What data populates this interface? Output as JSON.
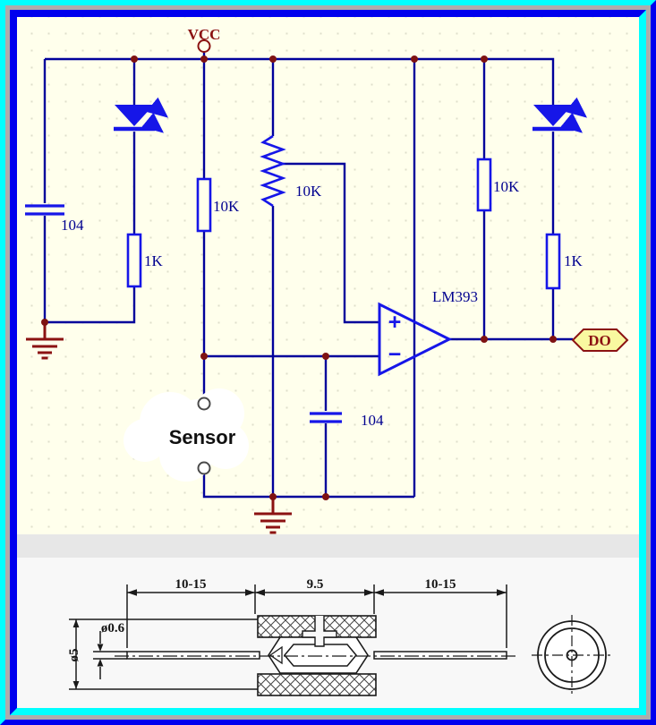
{
  "schematic": {
    "power_label": "VCC",
    "output_port": "DO",
    "sensor_label": "Sensor",
    "opamp": {
      "label": "LM393",
      "plus": "+",
      "minus": "−"
    },
    "components": {
      "c1": "104",
      "r1": "1K",
      "r2": "10K",
      "pot": "10K",
      "c2": "104",
      "r3": "10K",
      "r4": "1K"
    }
  },
  "mechanical": {
    "dim_left_lead": "10-15",
    "dim_body": "9.5",
    "dim_right_lead": "10-15",
    "dim_wire_diameter": "ø0.6",
    "dim_body_diameter": "ø5"
  },
  "colors": {
    "frame_cyan": "#00FFFF",
    "frame_blue": "#0000EE",
    "frame_gray": "#ACACAC",
    "canvas_cream": "#FFFFEC",
    "wire_navy": "#00009B",
    "component_blue": "#1616E8",
    "dark_red": "#8B1212",
    "label_navy": "#00008F",
    "do_tag_fill": "#F9F9A0",
    "mech_line": "#1A1A1A"
  }
}
